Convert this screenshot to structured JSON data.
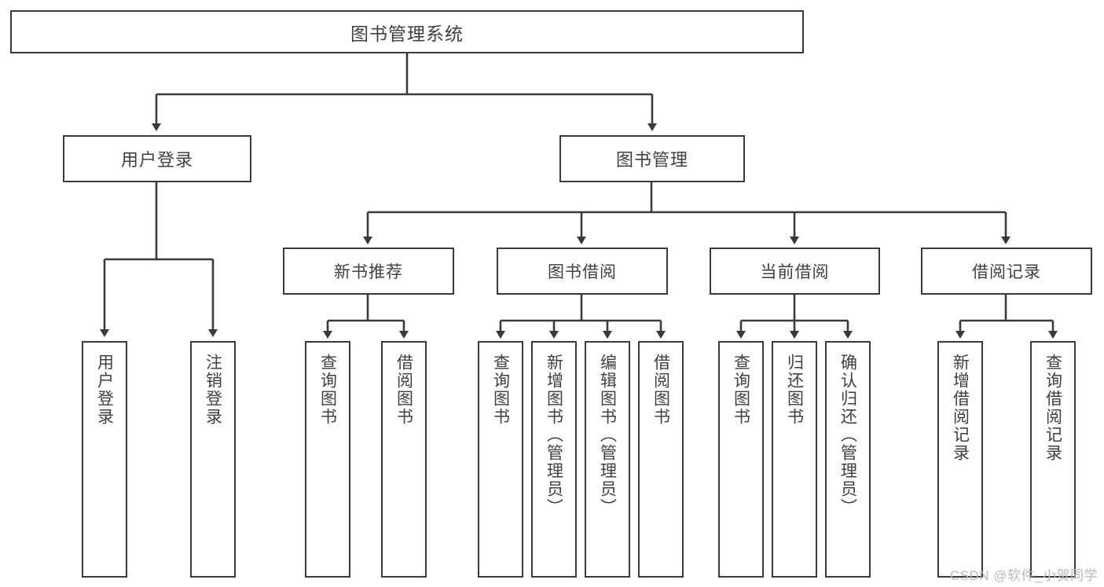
{
  "diagram": {
    "title": "图书管理系统",
    "type": "tree-hierarchy-diagram",
    "watermark": "CSDN @软件_小贺同学",
    "colors": {
      "stroke": "#3a3a3a",
      "text": "#404040",
      "background": "#ffffff",
      "watermark": "#b9b9b9"
    },
    "nodes": {
      "root": {
        "label": "图书管理系统"
      },
      "level2": [
        {
          "label": "用户登录"
        },
        {
          "label": "图书管理"
        }
      ],
      "level3": [
        {
          "label": "新书推荐"
        },
        {
          "label": "图书借阅"
        },
        {
          "label": "当前借阅"
        },
        {
          "label": "借阅记录"
        }
      ],
      "leaves": [
        {
          "label": "用户登录"
        },
        {
          "label": "注销登录"
        },
        {
          "label": "查询图书"
        },
        {
          "label": "借阅图书"
        },
        {
          "label": "查询图书"
        },
        {
          "label": "新增图书（管理员）"
        },
        {
          "label": "编辑图书（管理员）"
        },
        {
          "label": "借阅图书"
        },
        {
          "label": "查询图书"
        },
        {
          "label": "归还图书"
        },
        {
          "label": "确认归还（管理员）"
        },
        {
          "label": "新增借阅记录"
        },
        {
          "label": "查询借阅记录"
        }
      ]
    }
  }
}
